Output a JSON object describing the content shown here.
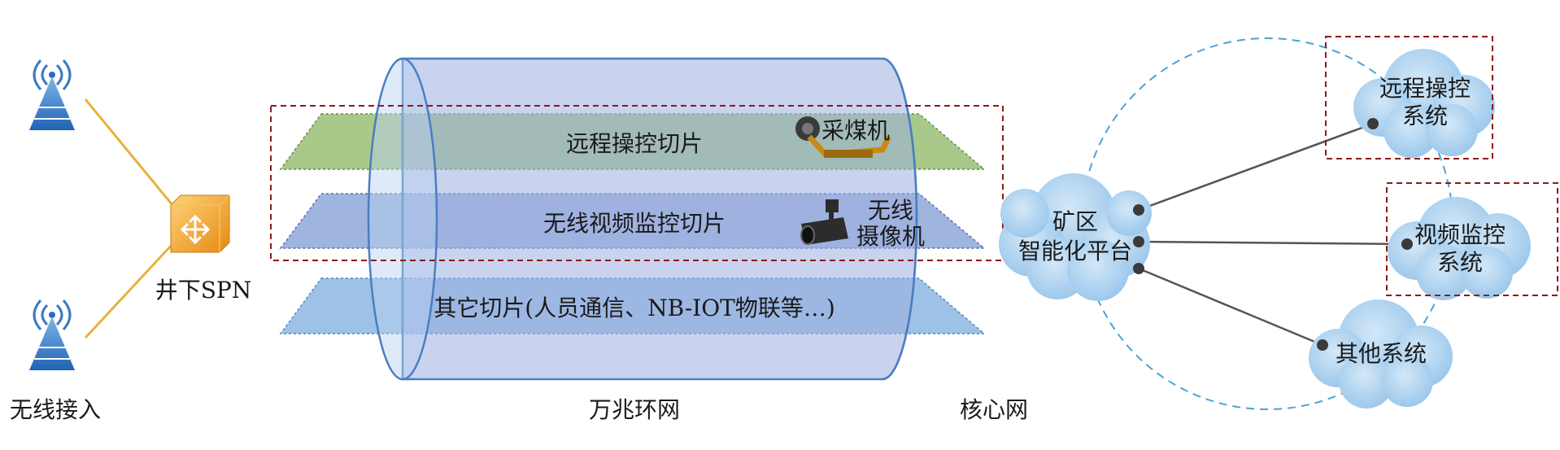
{
  "access": {
    "label": "无线接入"
  },
  "spn": {
    "label": "井下SPN"
  },
  "ring": {
    "label": "万兆环网"
  },
  "core": {
    "label": "核心网"
  },
  "slices": [
    {
      "label": "远程操控切片",
      "color": "#a9c98a"
    },
    {
      "label": "无线视频监控切片",
      "color": "#9fb4de"
    },
    {
      "label": "其它切片(人员通信、NB-IOT物联等…)",
      "color": "#9dc2e6"
    }
  ],
  "devices": {
    "shearer": {
      "label": "采煤机"
    },
    "camera": {
      "line1": "无线",
      "line2": "摄像机"
    }
  },
  "platform": {
    "line1": "矿区",
    "line2": "智能化平台"
  },
  "systems": {
    "remote": {
      "line1": "远程操控",
      "line2": "系统"
    },
    "video": {
      "line1": "视频监控",
      "line2": "系统"
    },
    "other": {
      "label": "其他系统"
    }
  },
  "colors": {
    "highlight_box": "#8b1a1a",
    "cloud": "#a9cfee",
    "link": "#555555",
    "spn_wire": "#e8b23a",
    "dashed_circle": "#4aa3d4"
  }
}
